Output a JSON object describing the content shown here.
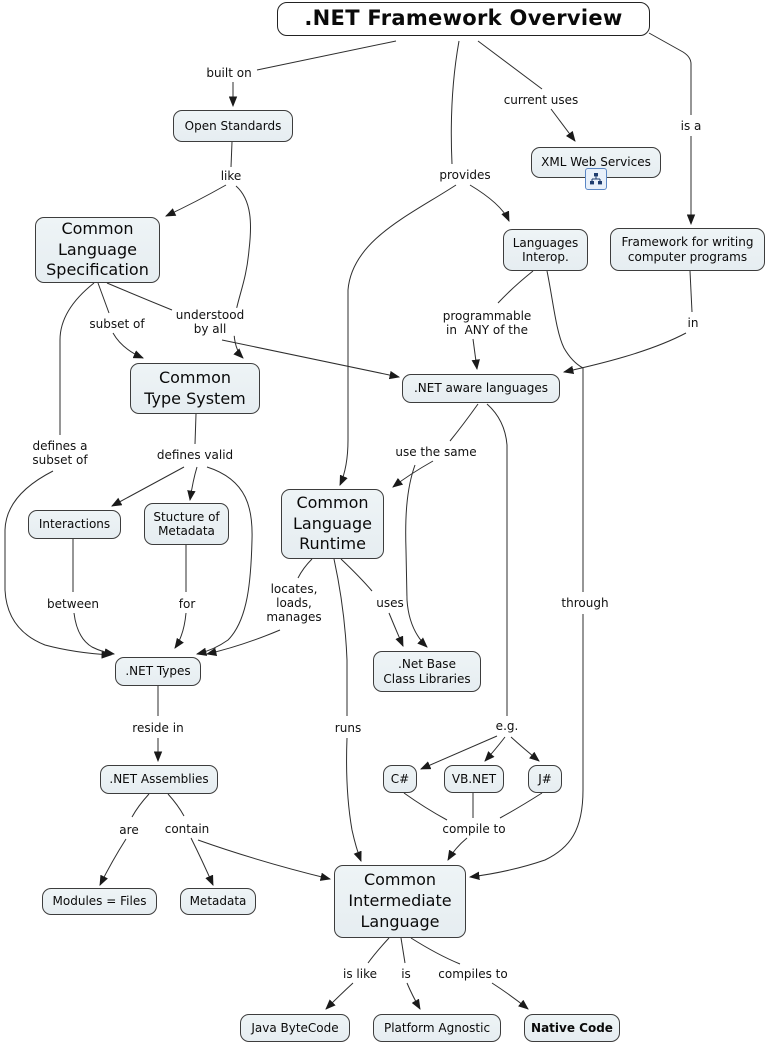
{
  "title": ".NET Framework Overview",
  "nodes": {
    "open_standards": "Open Standards",
    "xml_web_services": "XML Web Services",
    "cls": "Common\nLanguage\nSpecification",
    "languages_interop": "Languages\nInterop.",
    "framework": "Framework for writing\ncomputer programs",
    "cts": "Common\nType System",
    "net_aware": ".NET aware languages",
    "interactions": "Interactions",
    "structure_metadata": "Stucture of\nMetadata",
    "clr": "Common\nLanguage\nRuntime",
    "net_base": ".Net Base\nClass Libraries",
    "net_types": ".NET Types",
    "net_assemblies": ".NET Assemblies",
    "modules_files": "Modules = Files",
    "metadata": "Metadata",
    "csharp": "C#",
    "vbnet": "VB.NET",
    "jsharp": "J#",
    "cil": "Common\nIntermediate\nLanguage",
    "java_bytecode": "Java ByteCode",
    "platform_agnostic": "Platform Agnostic",
    "native_code": "Native Code"
  },
  "links": {
    "built_on": "built on",
    "current_uses": "current uses",
    "is_a": "is a",
    "like": "like",
    "provides": "provides",
    "subset_of": "subset of",
    "understood": "understood\nby all",
    "programmable": "programmable\nin  ANY of the",
    "in": "in",
    "defines_subset": "defines a\nsubset of",
    "defines_valid": "defines valid",
    "use_the_same": "use the same",
    "between": "between",
    "for": "for",
    "locates": "locates,\nloads,\nmanages",
    "uses": "uses",
    "through": "through",
    "runs": "runs",
    "eg": "e.g.",
    "reside_in": "reside in",
    "are": "are",
    "contain": "contain",
    "compile_to": "compile to",
    "is_like": "is like",
    "is": "is",
    "compiles_to": "compiles to"
  },
  "icons": {
    "xml_web_services": "sitemap-icon"
  },
  "colors": {
    "node_fill": "#e9f0f3",
    "node_border": "#3d3d3d",
    "line": "#2e2e2e",
    "icon_border": "#5b87c5",
    "background": "#ffffff"
  }
}
